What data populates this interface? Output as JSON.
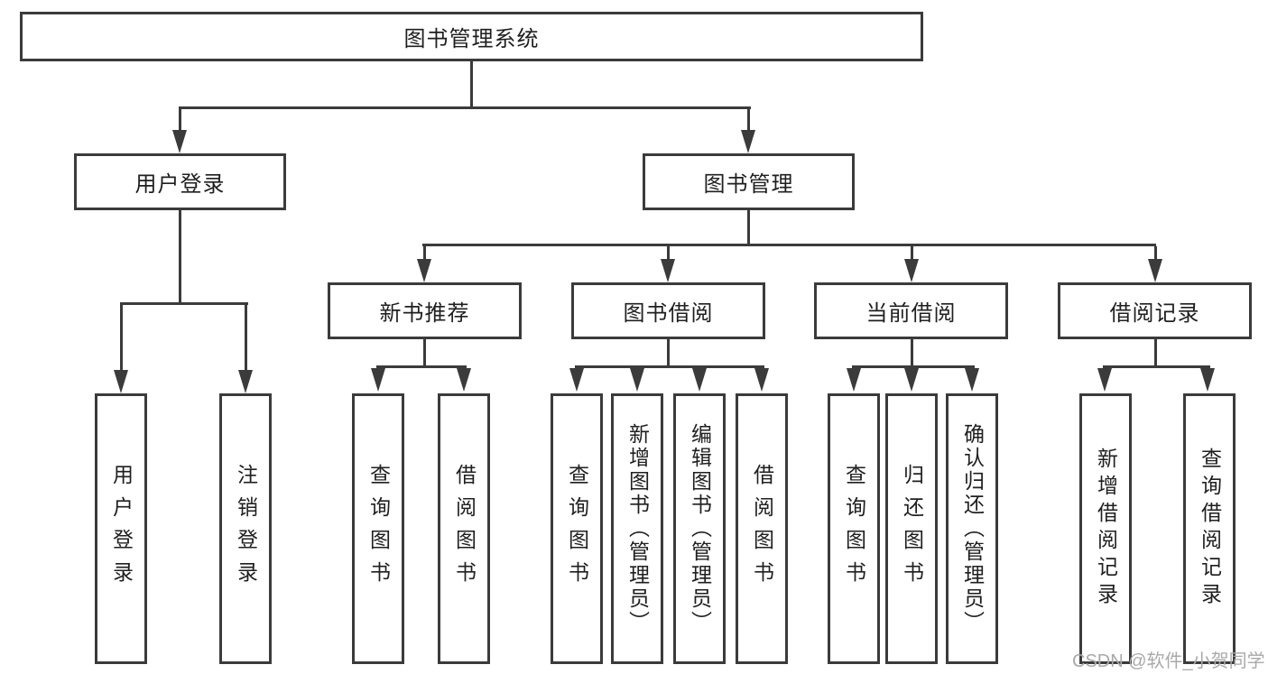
{
  "diagram": {
    "type": "hierarchy-tree",
    "colors": {
      "line": "#3b3b3b",
      "box_border": "#3b3b3b",
      "box_fill": "#ffffff",
      "text": "#1f1f1f",
      "watermark": "#a9a9a9",
      "background": "#ffffff"
    },
    "tree": {
      "label": "图书管理系统",
      "children": [
        {
          "label": "用户登录",
          "children": [
            {
              "label": "用户登录"
            },
            {
              "label": "注销登录"
            }
          ]
        },
        {
          "label": "图书管理",
          "children": [
            {
              "label": "新书推荐",
              "children": [
                {
                  "label": "查询图书"
                },
                {
                  "label": "借阅图书"
                }
              ]
            },
            {
              "label": "图书借阅",
              "children": [
                {
                  "label": "查询图书"
                },
                {
                  "label": "新增图书（管理员）"
                },
                {
                  "label": "编辑图书（管理员）"
                },
                {
                  "label": "借阅图书"
                }
              ]
            },
            {
              "label": "当前借阅",
              "children": [
                {
                  "label": "查询图书"
                },
                {
                  "label": "归还图书"
                },
                {
                  "label": "确认归还（管理员）"
                }
              ]
            },
            {
              "label": "借阅记录",
              "children": [
                {
                  "label": "新增借阅记录"
                },
                {
                  "label": "查询借阅记录"
                }
              ]
            }
          ]
        }
      ]
    }
  },
  "watermark": {
    "text": "CSDN @软件_小贺同学"
  }
}
